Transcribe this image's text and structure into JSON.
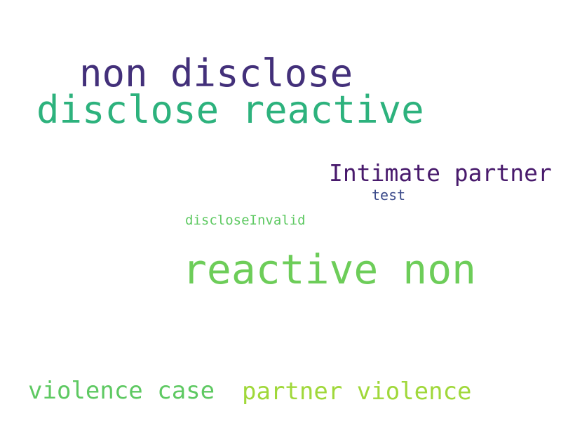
{
  "words": [
    {
      "text": "non disclose",
      "weight": 0.85,
      "color": "#43307a"
    },
    {
      "text": "disclose reactive",
      "weight": 0.8,
      "color": "#2db27d"
    },
    {
      "text": "Intimate partner",
      "weight": 0.45,
      "color": "#481a6c"
    },
    {
      "text": "test",
      "weight": 0.15,
      "color": "#3b4a8a"
    },
    {
      "text": "discloseInvalid",
      "weight": 0.2,
      "color": "#5ec962"
    },
    {
      "text": "reactive non",
      "weight": 0.9,
      "color": "#6dcd59"
    },
    {
      "text": "violence case",
      "weight": 0.45,
      "color": "#5ec962"
    },
    {
      "text": "partner violence",
      "weight": 0.45,
      "color": "#a0d83a"
    }
  ]
}
